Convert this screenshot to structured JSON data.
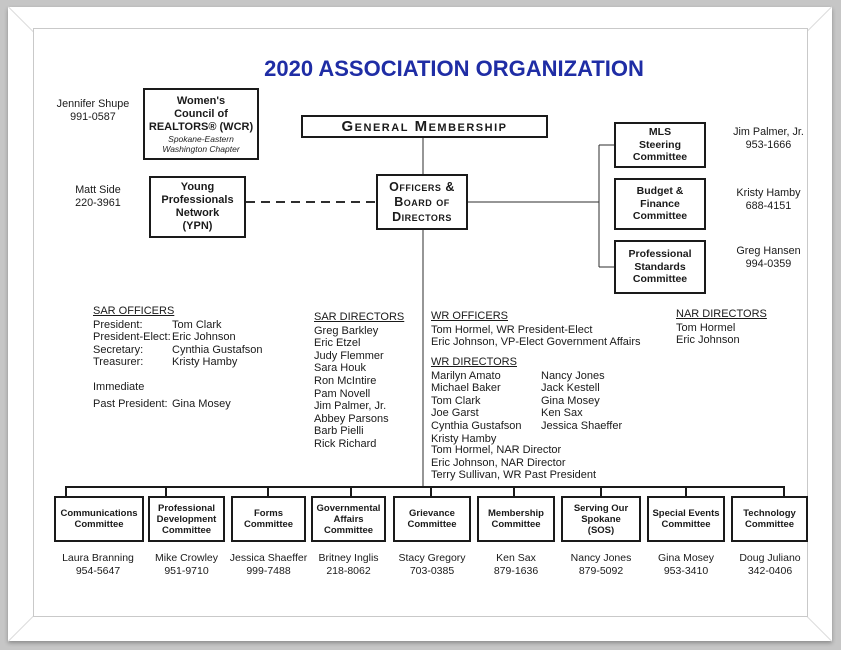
{
  "title": "2020 ASSOCIATION ORGANIZATION",
  "colors": {
    "title_blue": "#1f2da5",
    "line_dark": "#2e2e2e",
    "frame_gray": "#c6c6c6",
    "box_border": "#1a1a1a"
  },
  "org": {
    "general_membership": "General Membership",
    "officers_board": {
      "l1": "Officers &",
      "l2": "Board of",
      "l3": "Directors"
    },
    "wcr": {
      "l1": "Women's",
      "l2": "Council of",
      "l3": "REALTORS® (WCR)",
      "sub1": "Spokane-Eastern",
      "sub2": "Washington Chapter",
      "contact_name": "Jennifer Shupe",
      "contact_phone": "991-0587"
    },
    "ypn": {
      "l1": "Young",
      "l2": "Professionals",
      "l3": "Network",
      "l4": "(YPN)",
      "contact_name": "Matt Side",
      "contact_phone": "220-3961"
    },
    "mls": {
      "l1": "MLS",
      "l2": "Steering",
      "l3": "Committee",
      "contact_name": "Jim Palmer, Jr.",
      "contact_phone": "953-1666"
    },
    "budget": {
      "l1": "Budget &",
      "l2": "Finance",
      "l3": "Committee",
      "contact_name": "Kristy Hamby",
      "contact_phone": "688-4151"
    },
    "prof_standards": {
      "l1": "Professional",
      "l2": "Standards",
      "l3": "Committee",
      "contact_name": "Greg Hansen",
      "contact_phone": "994-0359"
    }
  },
  "sar_officers": {
    "heading": "SAR OFFICERS",
    "rows": [
      {
        "label": "President:",
        "name": "Tom Clark"
      },
      {
        "label": "President-Elect:",
        "name": "Eric Johnson"
      },
      {
        "label": "Secretary:",
        "name": "Cynthia Gustafson"
      },
      {
        "label": "Treasurer:",
        "name": "Kristy Hamby"
      }
    ],
    "immediate_label": "Immediate",
    "past": {
      "label": "Past President:",
      "name": "Gina Mosey"
    }
  },
  "sar_directors": {
    "heading": "SAR DIRECTORS",
    "names": [
      "Greg Barkley",
      "Eric Etzel",
      "Judy Flemmer",
      "Sara Houk",
      "Ron McIntire",
      "Pam Novell",
      "Jim Palmer, Jr.",
      "Abbey Parsons",
      "Barb Pielli",
      "Rick Richard"
    ]
  },
  "wr_officers": {
    "heading": "WR OFFICERS",
    "lines": [
      "Tom Hormel, WR President-Elect",
      "Eric Johnson, VP-Elect Government Affairs"
    ]
  },
  "wr_directors": {
    "heading": "WR DIRECTORS",
    "col1": [
      "Marilyn Amato",
      "Michael Baker",
      "Tom Clark",
      "Joe Garst",
      "Cynthia Gustafson",
      "Kristy Hamby"
    ],
    "col2": [
      "Nancy Jones",
      "Jack Kestell",
      "Gina Mosey",
      "Ken Sax",
      "Jessica Shaeffer"
    ],
    "extra": [
      "Tom Hormel, NAR Director",
      "Eric Johnson, NAR Director",
      "Terry Sullivan, WR Past President"
    ]
  },
  "nar_directors": {
    "heading": "NAR DIRECTORS",
    "names": [
      "Tom Hormel",
      "Eric Johnson"
    ]
  },
  "committees": [
    {
      "lines": [
        "Communications",
        "Committee"
      ],
      "name": "Laura Branning",
      "phone": "954-5647"
    },
    {
      "lines": [
        "Professional",
        "Development",
        "Committee"
      ],
      "name": "Mike Crowley",
      "phone": "951-9710"
    },
    {
      "lines": [
        "Forms",
        "Committee"
      ],
      "name": "Jessica Shaeffer",
      "phone": "999-7488"
    },
    {
      "lines": [
        "Governmental",
        "Affairs",
        "Committee"
      ],
      "name": "Britney Inglis",
      "phone": "218-8062"
    },
    {
      "lines": [
        "Grievance",
        "Committee"
      ],
      "name": "Stacy Gregory",
      "phone": "703-0385"
    },
    {
      "lines": [
        "Membership",
        "Committee"
      ],
      "name": "Ken Sax",
      "phone": "879-1636"
    },
    {
      "lines": [
        "Serving Our",
        "Spokane",
        "(SOS)"
      ],
      "name": "Nancy Jones",
      "phone": "879-5092"
    },
    {
      "lines": [
        "Special Events",
        "Committee"
      ],
      "name": "Gina Mosey",
      "phone": "953-3410"
    },
    {
      "lines": [
        "Technology",
        "Committee"
      ],
      "name": "Doug Juliano",
      "phone": "342-0406"
    }
  ]
}
